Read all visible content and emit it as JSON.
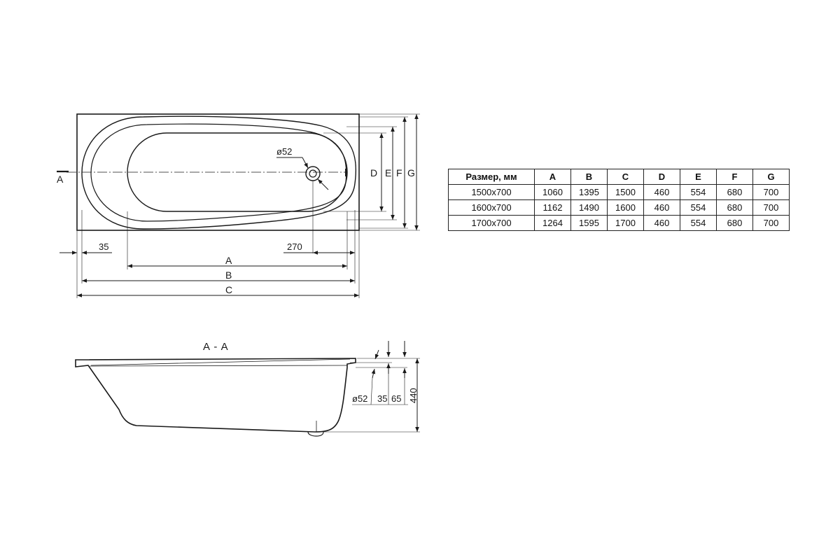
{
  "top_view": {
    "section_marker": "A",
    "drain_diameter": "ø52",
    "dim_left_offset": "35",
    "dim_right_offset": "270",
    "dim_a": "A",
    "dim_b": "B",
    "dim_c": "C",
    "dim_d": "D",
    "dim_e": "E",
    "dim_f": "F",
    "dim_g": "G"
  },
  "section_view": {
    "title": "A - A",
    "drain_diameter": "ø52",
    "dim_35": "35",
    "dim_65": "65",
    "dim_height": "440"
  },
  "dimensions_table": {
    "headers": [
      "Размер, мм",
      "A",
      "B",
      "C",
      "D",
      "E",
      "F",
      "G"
    ],
    "rows": [
      [
        "1500x700",
        "1060",
        "1395",
        "1500",
        "460",
        "554",
        "680",
        "700"
      ],
      [
        "1600x700",
        "1162",
        "1490",
        "1600",
        "460",
        "554",
        "680",
        "700"
      ],
      [
        "1700x700",
        "1264",
        "1595",
        "1700",
        "460",
        "554",
        "680",
        "700"
      ]
    ]
  },
  "colors": {
    "line": "#1a1a1a",
    "background": "#ffffff"
  }
}
